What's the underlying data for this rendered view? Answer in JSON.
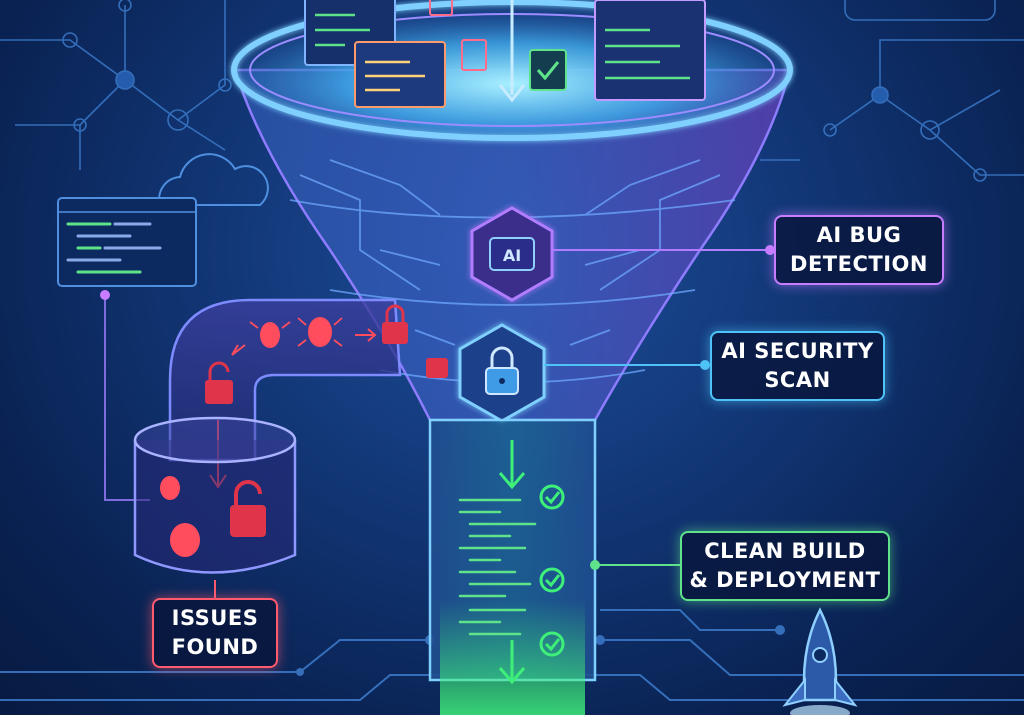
{
  "diagram": {
    "center_badges": [
      {
        "id": "ai-badge",
        "text": "AI"
      },
      {
        "id": "lock-badge",
        "text": ""
      }
    ],
    "labels": [
      {
        "id": "ai-bug-detection",
        "lines": [
          "AI BUG",
          "DETECTION"
        ],
        "color": "#c77dff"
      },
      {
        "id": "ai-security-scan",
        "lines": [
          "AI SECURITY",
          "SCAN"
        ],
        "color": "#4fc3f7"
      },
      {
        "id": "clean-build",
        "lines": [
          "CLEAN BUILD",
          "& DEPLOYMENT"
        ],
        "color": "#5fe38a"
      },
      {
        "id": "issues-found",
        "lines": [
          "ISSUES",
          "FOUND"
        ],
        "color": "#ff5a6e"
      }
    ],
    "colors": {
      "funnel_glow": "#7fd0ff",
      "funnel_outline": "#8e7cff",
      "pass_green": "#3ef07a",
      "issue_red": "#ff4d5e",
      "circuit": "#4a8bd8"
    }
  }
}
